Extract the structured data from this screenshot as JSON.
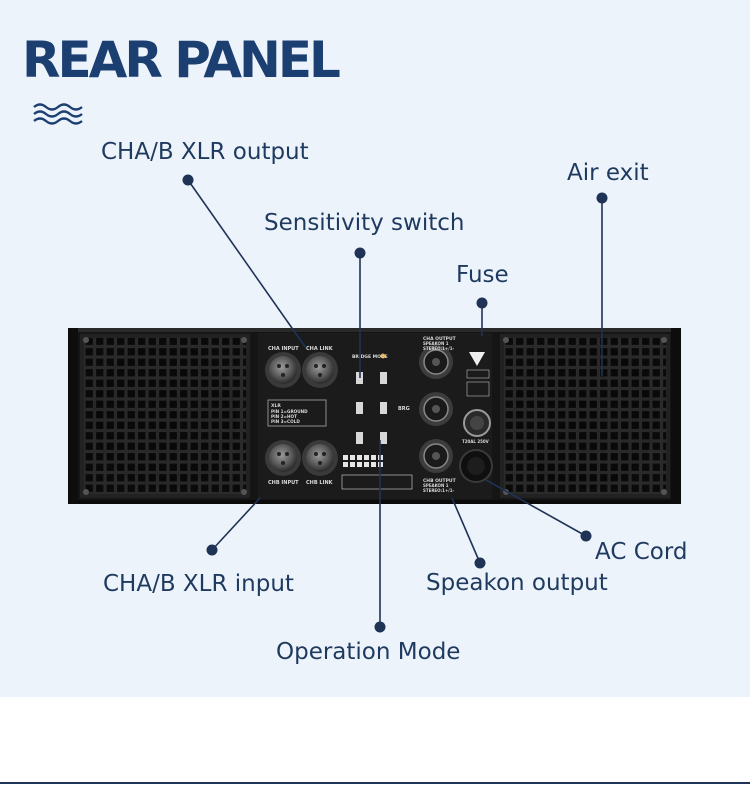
{
  "title": "REAR PANEL",
  "callouts": {
    "xlr_output": "CHA/B XLR output",
    "sensitivity": "Sensitivity switch",
    "fuse": "Fuse",
    "air_exit": "Air exit",
    "xlr_input": "CHA/B XLR input",
    "speakon": "Speakon output",
    "operation": "Operation Mode",
    "ac_cord": "AC Cord"
  },
  "panel": {
    "cha_input": "CHA INPUT",
    "cha_link": "CHA LINK",
    "chb_input": "CHB INPUT",
    "chb_link": "CHB LINK",
    "bridge_mode": "BRIDGE MODE",
    "xlr": "XLR",
    "pin1": "PIN 1=GROUND",
    "pin2": "PIN 2=HOT",
    "pin3": "PIN 3=COLD",
    "cha_output": "CHA OUTPUT",
    "cha_output_sub1": "SPEAKON 1",
    "cha_output_sub2": "STEREO:1+/1-",
    "chb_output": "CHB OUTPUT",
    "chb_output_sub1": "SPEAKON 1",
    "chb_output_sub2": "STEREO:1+/1-",
    "brg": "BRG",
    "fuse_rating": "T20AL 250V"
  },
  "colors": {
    "accent": "#1c3f72",
    "text": "#1f3a5f",
    "background": "#edf3fb",
    "dot": "#1e3355"
  }
}
